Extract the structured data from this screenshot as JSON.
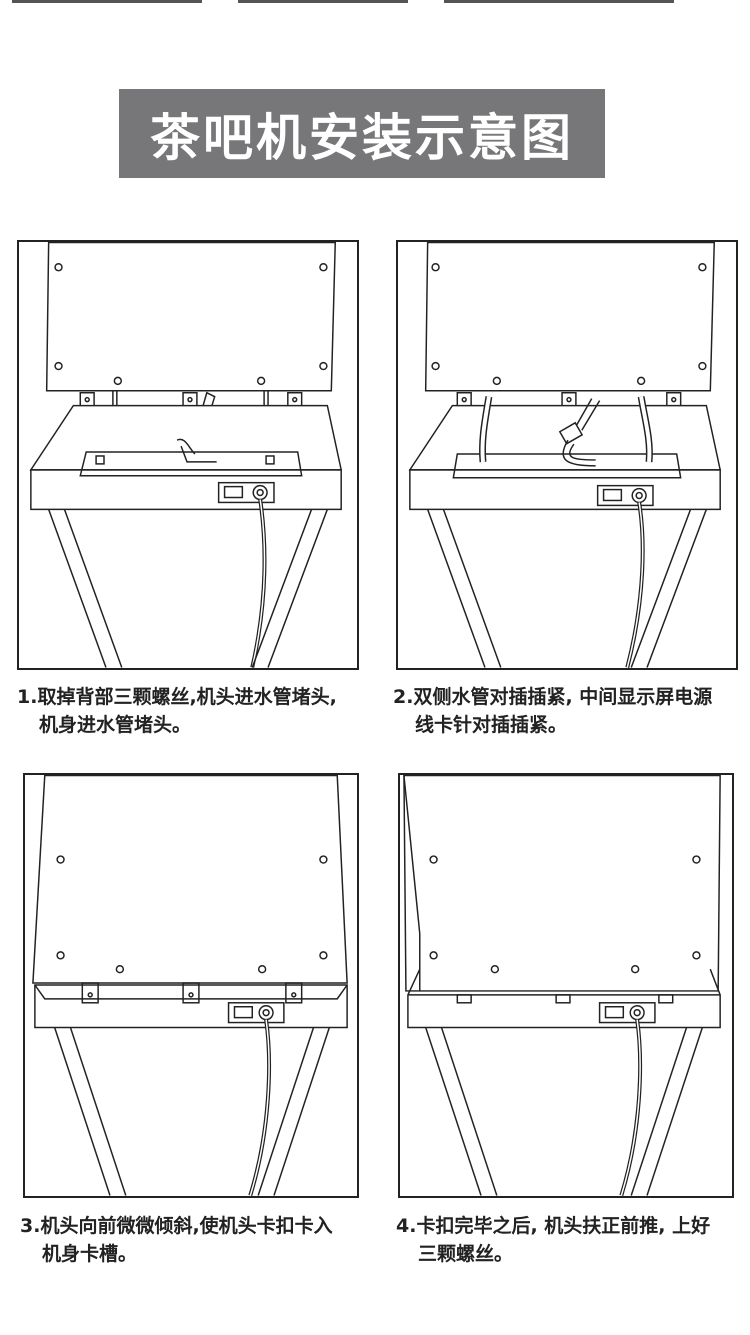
{
  "title": "茶吧机安装示意图",
  "steps": [
    {
      "line1": "1.取掉背部三颗螺丝,机头进水管堵头,",
      "line2": "机身进水管堵头。"
    },
    {
      "line1": "2.双侧水管对插插紧, 中间显示屏电源",
      "line2": "线卡针对插插紧。"
    },
    {
      "line1": "3.机头向前微微倾斜,使机头卡扣卡入",
      "line2": "机身卡槽。"
    },
    {
      "line1": "4.卡扣完毕之后, 机头扶正前推, 上好",
      "line2": "三颗螺丝。"
    }
  ],
  "colors": {
    "banner": "#77777a",
    "line": "#222222"
  }
}
